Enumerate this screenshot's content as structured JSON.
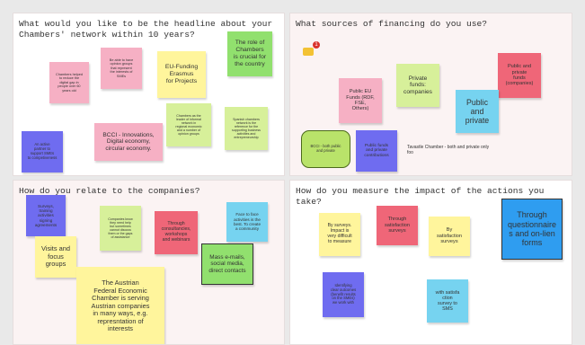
{
  "colors": {
    "board_bg": "#e9e9e9",
    "frame_pink": "#fbf3f3",
    "frame_white": "#ffffff",
    "note_pink": "#f6b0c4",
    "note_blue": "#6f6cf0",
    "note_yellow": "#fff59c",
    "note_green_light": "#d7f09a",
    "note_green": "#91e06e",
    "note_red": "#ef6678",
    "note_cyan": "#76d3f0",
    "note_sky": "#2f9df0",
    "note_lime_round": "#b9e36a",
    "chat_icon": "#f3c234",
    "badge": "#d9322b"
  },
  "frames": {
    "headline": {
      "question": "What would you like to be the headline about your\nChambers' network within 10 years?",
      "notes": [
        "Chambers helped\nto reduce the\ndigital gap in\npeople over 60\nyears old",
        "Be able to have\nopinion groups\nthat represent\nthe interests of\nSMEs",
        "EU-Funding\nErasmus\nfor Projects",
        "The role of\nChambers\nis crucial for\nthe country",
        "Chambers as the\nleader of informal\nnetwork in\nregional economic\nand a number of\nopinion groups",
        "Spanish chambers\nnetwork is the\nreference for the\nsupporting business\nactivities and\nentrepreneurship",
        "BCCI - Innovations,\nDigital economy,\ncircular economy.",
        "An active\npartner to\nsupport SMEs\nto competiveness"
      ]
    },
    "financing": {
      "question": "What sources of financing do you use?",
      "badge_count": "1",
      "chat_icon": "comment-icon",
      "notes": [
        "Public EU\nFunds (RDF,\nFSE,\nOthers)",
        "Private\nfunds:\ncompanies",
        "Public and\nprivate\nfunds\n(companies)",
        "Public\nand\nprivate",
        "BCCI - both public\nand private",
        "Public funds\nand private\ncontributions"
      ],
      "plain_text": "Tavastle Chamber - both and private only\nfoo"
    },
    "relate": {
      "question": "How do you relate to the companies?",
      "notes": [
        "Surveys,\ntraining\nactivities\nsigning\nagreements",
        "Companies know\nthey need help\nbut sometimes\ncannot discuss\nthem or the gaps\nof assistance",
        "Through\nconsultancies,\nworkshops\nand webinars",
        "Face to face\nactivities is the\nbest. To create\na community",
        "Visits and\nfocus\ngroups",
        "Mass e-mails,\nsocial media,\ndirect contacts",
        "The Austrian\nFederal Economic\nChamber is serving\nAustrian companies\nin many ways, e.g.\nrepresntation of\ninterests"
      ]
    },
    "impact": {
      "question": "How do you measure the impact of the actions you take?",
      "notes": [
        "By surveys.\nImpact is\nvery difficult\nto measure",
        "Through\nsatisfaction\nsurveys",
        "By\nsatisfaction\nsurveys",
        "Through\nquestionnaire\ns and on-lien\nforms",
        "Identifying\nclear outcomes\n(benefit results\non the SMEs)\nwe work with",
        "with satisfa\nction\nsurvey to\nSMS"
      ]
    }
  }
}
